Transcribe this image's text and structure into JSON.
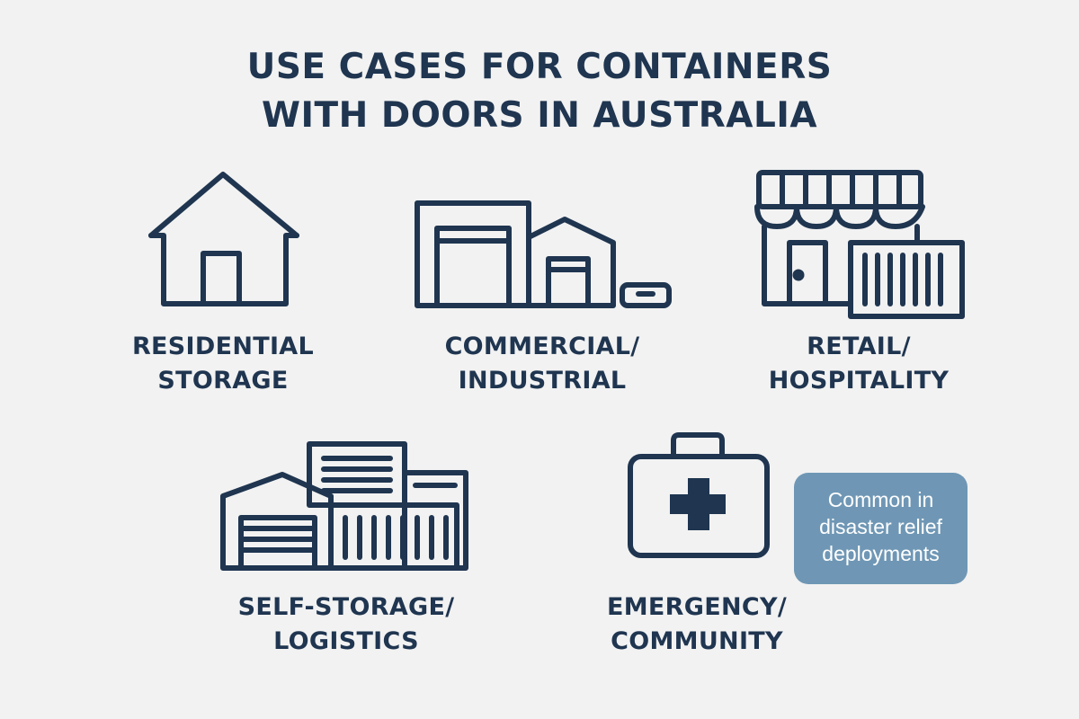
{
  "title": {
    "line1": "USE CASES FOR CONTAINERS",
    "line2": "WITH DOORS IN AUSTRALIA"
  },
  "use_cases": [
    {
      "icon": "house-icon",
      "line1": "RESIDENTIAL",
      "line2": "STORAGE"
    },
    {
      "icon": "warehouse-icon",
      "line1": "COMMERCIAL/",
      "line2": "INDUSTRIAL"
    },
    {
      "icon": "storefront-icon",
      "line1": "RETAIL/",
      "line2": "HOSPITALITY"
    },
    {
      "icon": "storage-facility-icon",
      "line1": "SELF-STORAGE/",
      "line2": "LOGISTICS"
    },
    {
      "icon": "first-aid-kit-icon",
      "line1": "EMERGENCY/",
      "line2": "COMMUNITY"
    }
  ],
  "note": {
    "line1": "Common in",
    "line2": "disaster relief",
    "line3": "deployments"
  },
  "colors": {
    "ink": "#1f3550",
    "background": "#f2f2f2",
    "note_fill": "#6f97b5",
    "note_text": "#ffffff"
  }
}
